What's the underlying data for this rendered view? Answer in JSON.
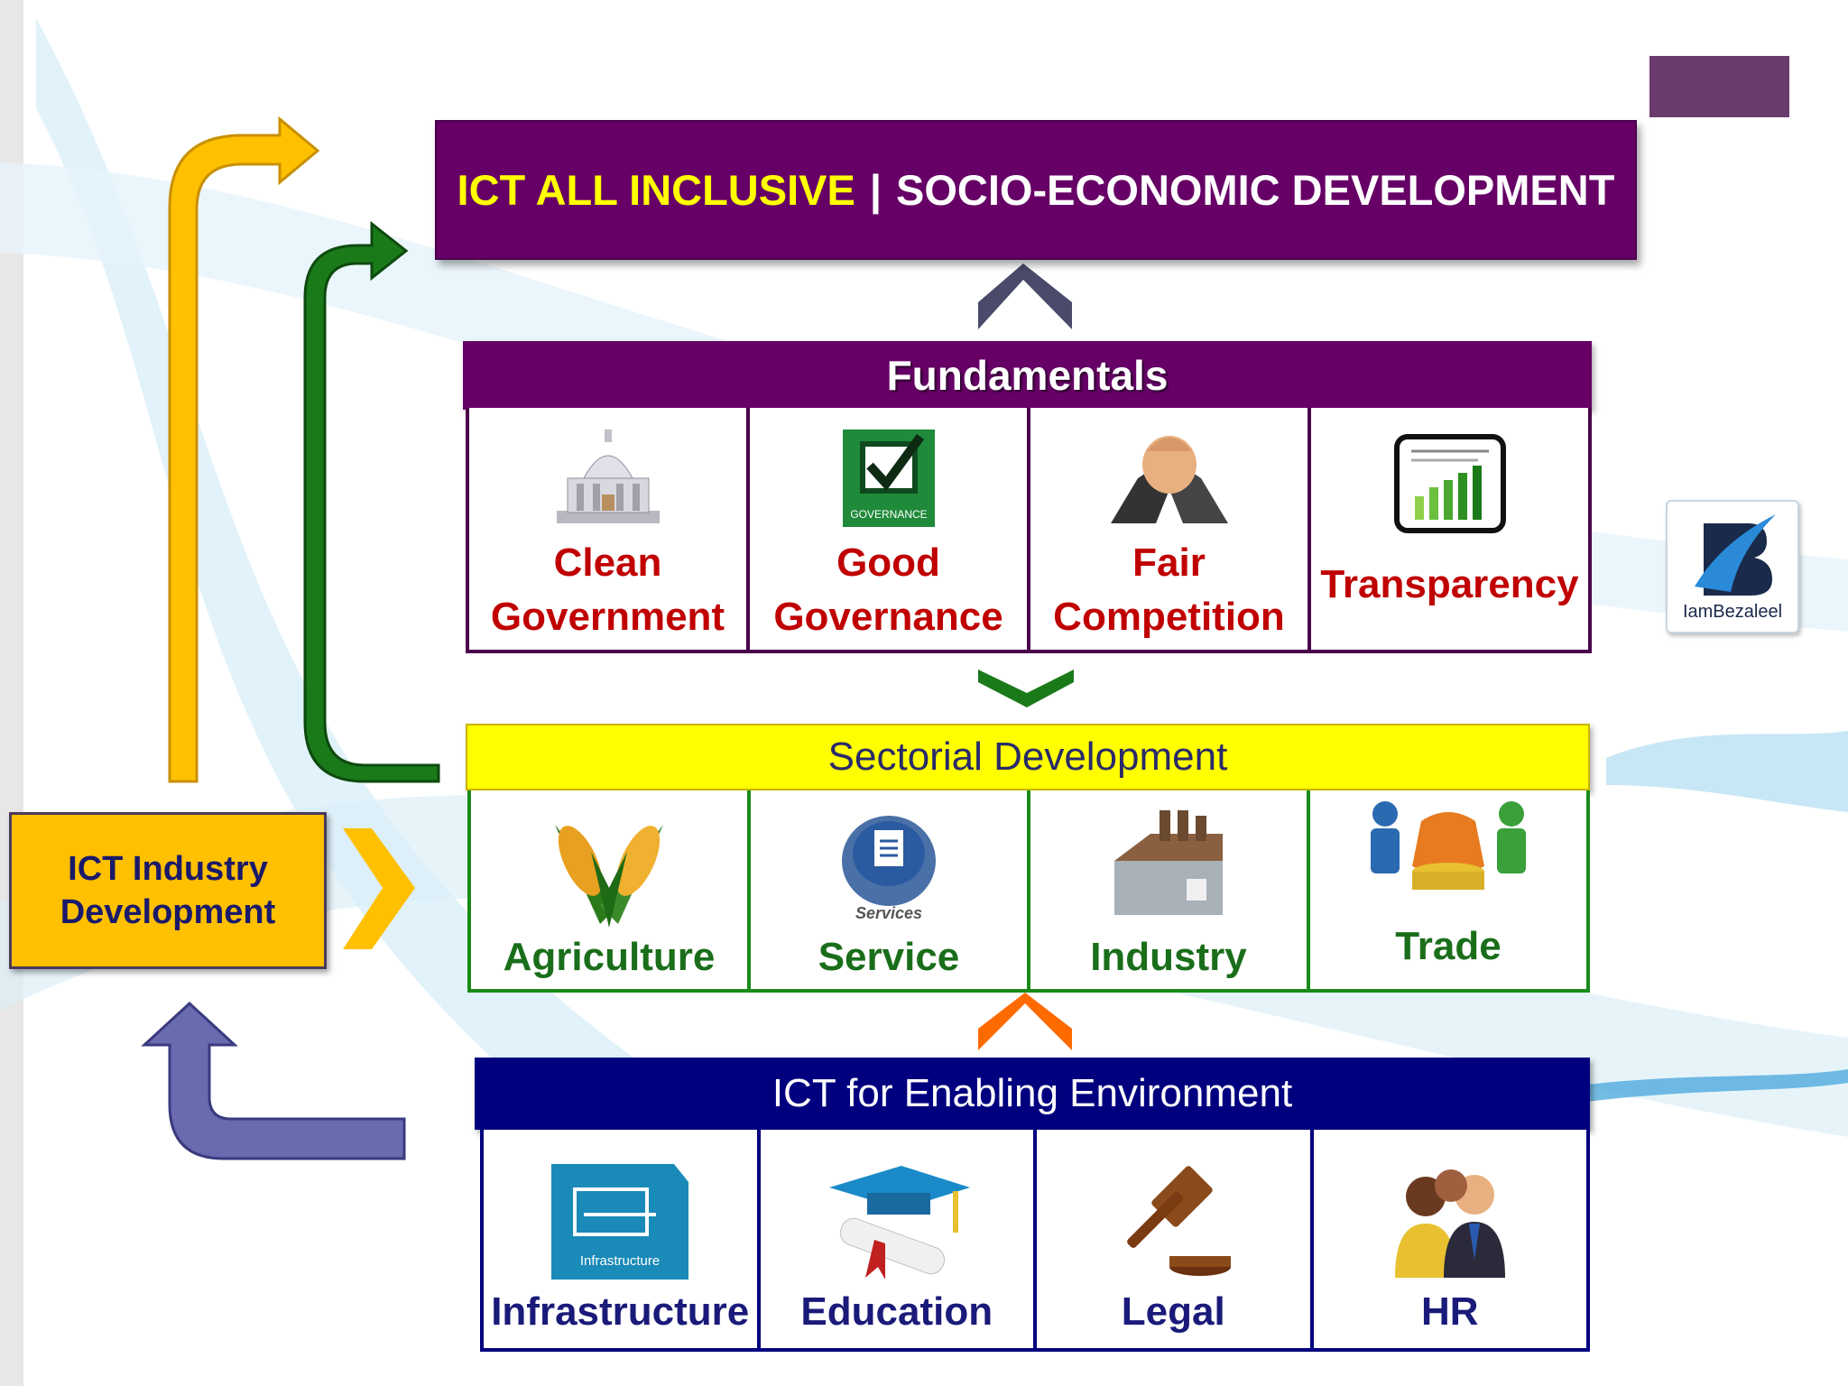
{
  "title": {
    "part1": "ICT ALL INCLUSIVE",
    "separator": "|",
    "part2": "SOCIO-ECONOMIC DEVELOPMENT"
  },
  "fundamentals": {
    "header": "Fundamentals",
    "items": [
      {
        "line1": "Clean",
        "line2": "Government",
        "icon": "capitol-building-icon"
      },
      {
        "line1": "Good",
        "line2": "Governance",
        "icon": "governance-checkmark-icon",
        "icon_text": "GOVERNANCE"
      },
      {
        "line1": "Fair",
        "line2": "Competition",
        "icon": "handshake-icon"
      },
      {
        "line1": "Transparency",
        "line2": "",
        "icon": "bar-chart-report-icon"
      }
    ]
  },
  "sectorial": {
    "header": "Sectorial Development",
    "items": [
      {
        "label": "Agriculture",
        "icon": "corn-icon"
      },
      {
        "label": "Service",
        "icon": "services-document-icon",
        "icon_text": "Services"
      },
      {
        "label": "Industry",
        "icon": "factory-icon"
      },
      {
        "label": "Trade",
        "icon": "money-bag-people-icon"
      }
    ]
  },
  "ict_enabling": {
    "header": "ICT for Enabling Environment",
    "items": [
      {
        "label": "Infrastructure",
        "icon": "infrastructure-icon",
        "icon_text": "Infrastructure"
      },
      {
        "label": "Education",
        "icon": "graduation-cap-diploma-icon"
      },
      {
        "label": "Legal",
        "icon": "gavel-icon"
      },
      {
        "label": "HR",
        "icon": "people-group-icon"
      }
    ]
  },
  "industry_box": {
    "line1": "ICT Industry",
    "line2": "Development"
  },
  "logo": {
    "text": "IamBezaleel",
    "icon": "bezaleel-logo-icon"
  },
  "colors": {
    "title_bg": "#660066",
    "title_highlight": "#ffff00",
    "fundamentals_label": "#c00000",
    "sectorial_bg": "#ffff00",
    "sectorial_label": "#1a6e1a",
    "ict_bg": "#00007f",
    "industry_bg": "#ffc000",
    "arrow_yellow": "#ffc000",
    "arrow_green": "#1a7a1a",
    "arrow_blue": "#5a5aa0"
  }
}
